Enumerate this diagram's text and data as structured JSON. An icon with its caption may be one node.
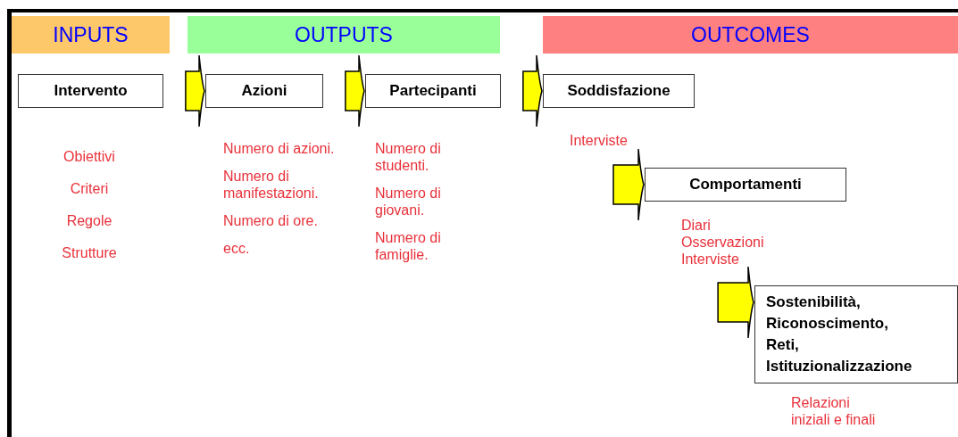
{
  "diagram": {
    "nodes": [
      {
        "text": [
          "INPUTS"
        ]
      },
      {
        "text": [
          "OUTPUTS"
        ]
      },
      {
        "text": [
          "OUTCOMES"
        ]
      },
      {
        "text": [
          "Intervento"
        ],
        "beside": [
          "Obiettivi",
          "Criteri",
          "Regole",
          "Strutture"
        ]
      },
      {
        "text": [
          "Azioni"
        ],
        "beside": [
          "Numero di azioni.",
          "Numero di manifestazioni.",
          "Numero di ore.",
          "ecc."
        ]
      },
      {
        "text": [
          "Partecipanti"
        ],
        "beside": [
          "Numero di studenti.",
          "Numero di giovani.",
          "Numero di famiglie."
        ]
      },
      {
        "text": [
          "Soddisfazione"
        ],
        "beside": [
          "Interviste"
        ]
      },
      {
        "text": [
          "Comportamenti"
        ],
        "beside": [
          "Diari",
          "Osservazioni",
          "Interviste"
        ]
      },
      {
        "text": [
          "Sostenibilità, Riconoscimento, Reti, Istituzionalizzazione"
        ],
        "beside": [
          "Relazioni iniziali e finali"
        ]
      }
    ],
    "edges": [
      {
        "from": 3,
        "to": 4,
        "arrow": "to"
      },
      {
        "from": 4,
        "to": 5,
        "arrow": "to"
      },
      {
        "from": 5,
        "to": 6,
        "arrow": "to"
      },
      {
        "from": 6,
        "to": 7,
        "arrow": "to"
      },
      {
        "from": 7,
        "to": 8,
        "arrow": "to"
      }
    ]
  }
}
